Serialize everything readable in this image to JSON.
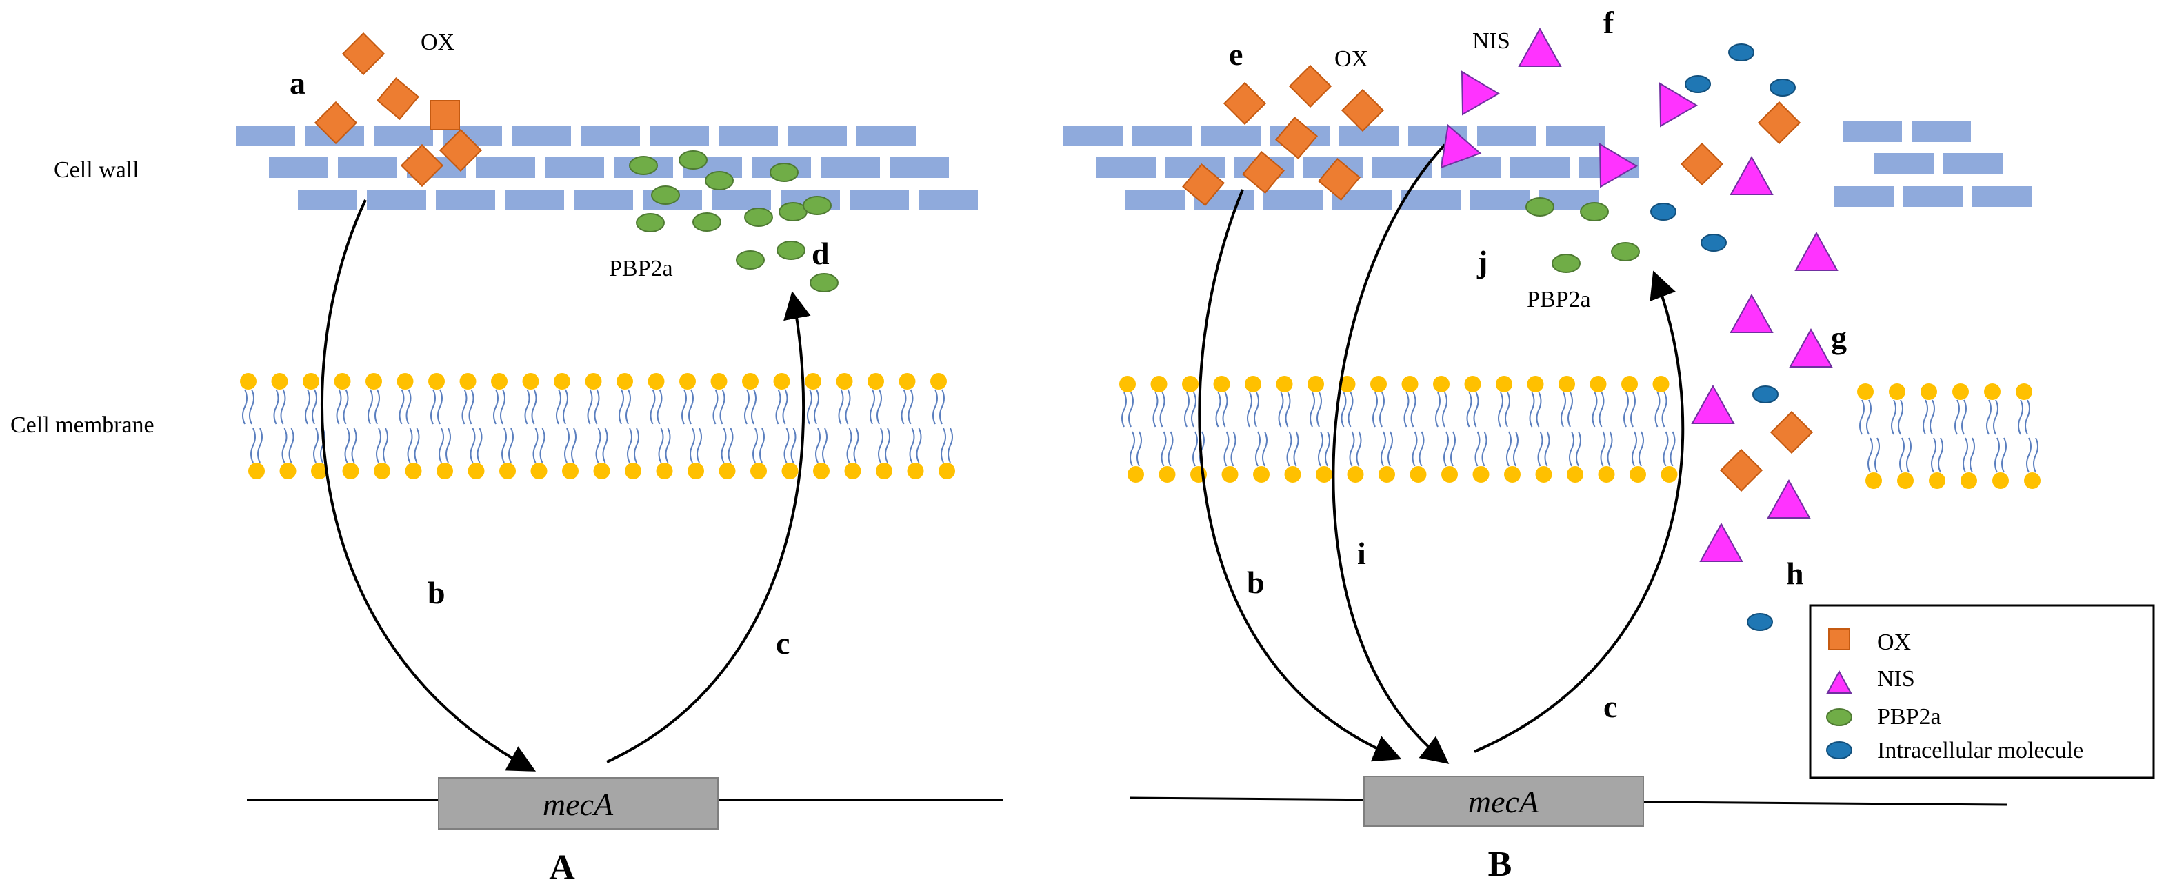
{
  "labels": {
    "cell_wall": "Cell wall",
    "cell_membrane": "Cell membrane",
    "ox": "OX",
    "nis": "NIS",
    "pbp2a": "PBP2a",
    "gene": "mecA",
    "panel_a": "A",
    "panel_b": "B"
  },
  "steps": {
    "a": "a",
    "b": "b",
    "c": "c",
    "d": "d",
    "e": "e",
    "f": "f",
    "g": "g",
    "h": "h",
    "i": "i",
    "j": "j"
  },
  "legend": {
    "items": [
      {
        "shape": "square",
        "label": "OX"
      },
      {
        "shape": "triangle",
        "label": "NIS"
      },
      {
        "shape": "ellipse",
        "label": "PBP2a"
      },
      {
        "shape": "ellipse",
        "label": "Intracellular molecule"
      }
    ]
  },
  "colors": {
    "ox": "#ED7D31",
    "nis": "#FF33FF",
    "pbp2a": "#70AD47",
    "intracellular": "#1F77B4",
    "wall_brick": "#8FAADC",
    "lipid_head": "#FFC000",
    "lipid_tail": "#5B7FBF",
    "gene_box": "#A6A6A6"
  }
}
